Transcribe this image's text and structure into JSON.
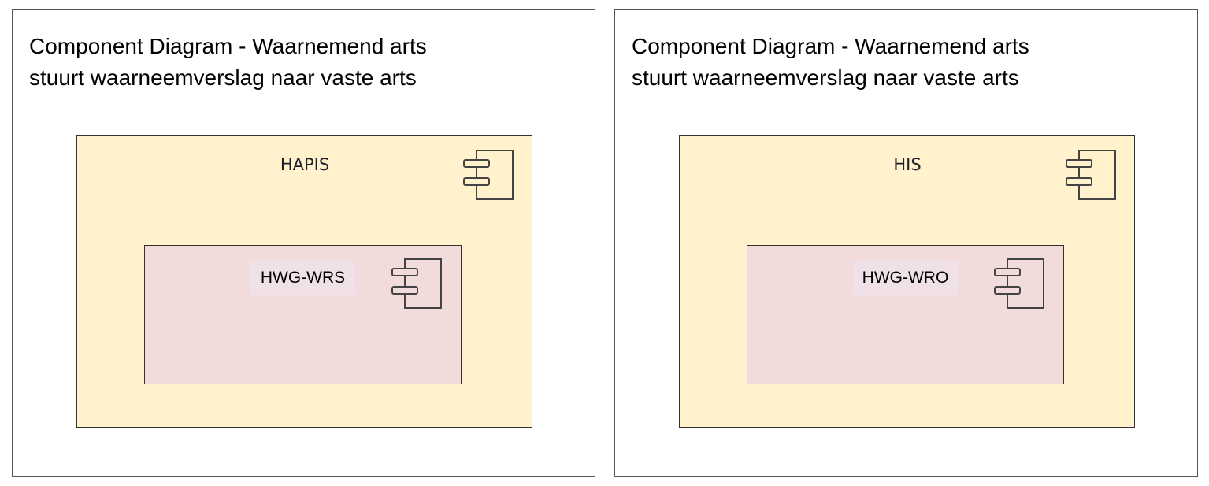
{
  "diagrams": [
    {
      "title_line1": "Component Diagram - Waarnemend arts",
      "title_line2": "stuurt waarneemverslag naar vaste arts",
      "outer_component": "HAPIS",
      "inner_component": "HWG-WRS"
    },
    {
      "title_line1": "Component Diagram - Waarnemend arts",
      "title_line2": "stuurt waarneemverslag naar vaste arts",
      "outer_component": "HIS",
      "inner_component": "HWG-WRO"
    }
  ],
  "colors": {
    "outer_fill": "#fff2cc",
    "inner_fill": "#f2dcdb",
    "stroke": "#333333"
  }
}
